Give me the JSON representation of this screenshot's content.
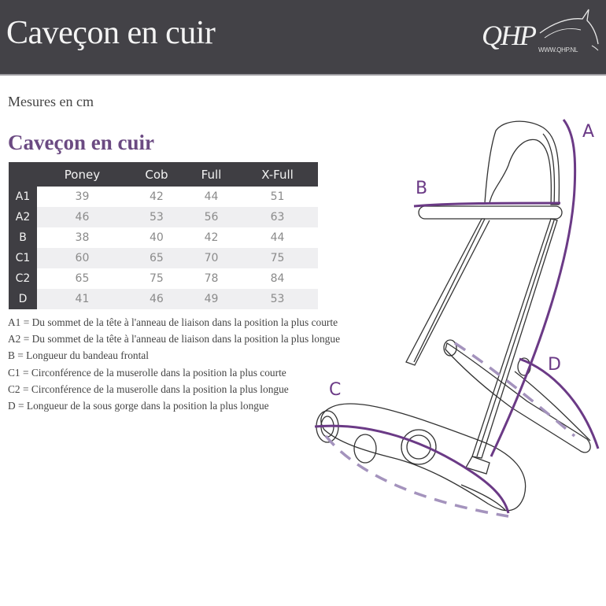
{
  "header": {
    "title": "Caveçon en cuir",
    "logo_text": "QHP",
    "logo_url": "WWW.QHP.NL",
    "background_color": "#434247"
  },
  "subtitle": "Mesures en cm",
  "table": {
    "title": "Caveçon en cuir",
    "title_color": "#6b4a82",
    "columns": [
      "Poney",
      "Cob",
      "Full",
      "X-Full"
    ],
    "rows": [
      {
        "label": "A1",
        "values": [
          "39",
          "42",
          "44",
          "51"
        ]
      },
      {
        "label": "A2",
        "values": [
          "46",
          "53",
          "56",
          "63"
        ]
      },
      {
        "label": "B",
        "values": [
          "38",
          "40",
          "42",
          "44"
        ]
      },
      {
        "label": "C1",
        "values": [
          "60",
          "65",
          "70",
          "75"
        ]
      },
      {
        "label": "C2",
        "values": [
          "65",
          "75",
          "78",
          "84"
        ]
      },
      {
        "label": "D",
        "values": [
          "41",
          "46",
          "49",
          "53"
        ]
      }
    ]
  },
  "legend": [
    "A1 = Du sommet de la tête à l'anneau de liaison dans la position la plus courte",
    "A2 = Du sommet de la tête à l'anneau de liaison dans la position la plus longue",
    "B = Longueur du bandeau frontal",
    "C1 = Circonférence de la muserolle dans la position la plus courte",
    "C2 = Circonférence de la muserolle dans la position la plus longue",
    "D = Longueur de la sous gorge dans la position la plus longue"
  ],
  "diagram": {
    "labels": {
      "a": "A",
      "b": "B",
      "c": "C",
      "d": "D"
    },
    "accent_color": "#6b3a86",
    "dashed_color": "#a493bd"
  }
}
